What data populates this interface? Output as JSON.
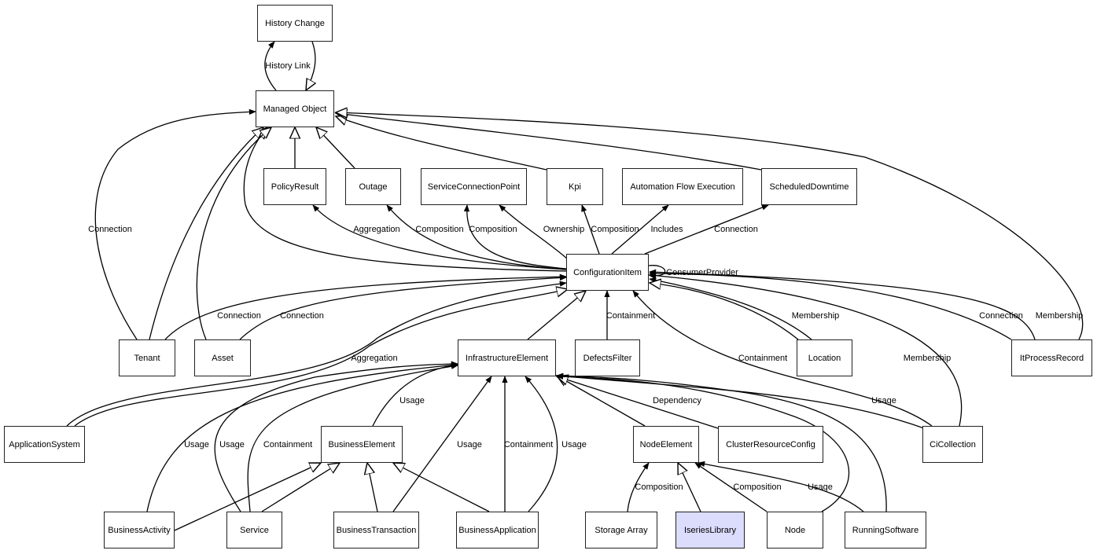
{
  "diagram": {
    "nodes": [
      {
        "id": "history-change",
        "label": "History Change"
      },
      {
        "id": "managed-object",
        "label": "Managed Object"
      },
      {
        "id": "policy-result",
        "label": "PolicyResult"
      },
      {
        "id": "outage",
        "label": "Outage"
      },
      {
        "id": "service-connection-point",
        "label": "ServiceConnectionPoint"
      },
      {
        "id": "kpi",
        "label": "Kpi"
      },
      {
        "id": "automation-flow-execution",
        "label": "Automation Flow Execution"
      },
      {
        "id": "scheduled-downtime",
        "label": "ScheduledDowntime"
      },
      {
        "id": "configuration-item",
        "label": "ConfigurationItem"
      },
      {
        "id": "tenant",
        "label": "Tenant"
      },
      {
        "id": "asset",
        "label": "Asset"
      },
      {
        "id": "infrastructure-element",
        "label": "InfrastructureElement"
      },
      {
        "id": "defects-filter",
        "label": "DefectsFilter"
      },
      {
        "id": "location",
        "label": "Location"
      },
      {
        "id": "it-process-record",
        "label": "ItProcessRecord"
      },
      {
        "id": "application-system",
        "label": "ApplicationSystem"
      },
      {
        "id": "business-element",
        "label": "BusinessElement"
      },
      {
        "id": "node-element",
        "label": "NodeElement"
      },
      {
        "id": "cluster-resource-config",
        "label": "ClusterResourceConfig"
      },
      {
        "id": "ci-collection",
        "label": "CiCollection"
      },
      {
        "id": "business-activity",
        "label": "BusinessActivity"
      },
      {
        "id": "service",
        "label": "Service"
      },
      {
        "id": "business-transaction",
        "label": "BusinessTransaction"
      },
      {
        "id": "business-application",
        "label": "BusinessApplication"
      },
      {
        "id": "storage-array",
        "label": "Storage Array"
      },
      {
        "id": "iseries-library",
        "label": "IseriesLibrary",
        "selected": true
      },
      {
        "id": "node",
        "label": "Node"
      },
      {
        "id": "running-software",
        "label": "RunningSoftware"
      }
    ],
    "edges": [
      {
        "from": "managed-object",
        "to": "history-change",
        "label": "History Link",
        "kind": "association"
      },
      {
        "from": "history-change",
        "to": "managed-object",
        "label": "",
        "kind": "inheritance"
      },
      {
        "from": "policy-result",
        "to": "managed-object",
        "label": "",
        "kind": "inheritance"
      },
      {
        "from": "outage",
        "to": "managed-object",
        "label": "",
        "kind": "inheritance"
      },
      {
        "from": "kpi",
        "to": "managed-object",
        "label": "",
        "kind": "inheritance"
      },
      {
        "from": "scheduled-downtime",
        "to": "managed-object",
        "label": "",
        "kind": "inheritance"
      },
      {
        "from": "it-process-record",
        "to": "managed-object",
        "label": "",
        "kind": "inheritance"
      },
      {
        "from": "configuration-item",
        "to": "managed-object",
        "label": "",
        "kind": "inheritance"
      },
      {
        "from": "tenant",
        "to": "managed-object",
        "label": "Connection",
        "kind": "association"
      },
      {
        "from": "tenant",
        "to": "managed-object",
        "label": "",
        "kind": "inheritance"
      },
      {
        "from": "asset",
        "to": "managed-object",
        "label": "",
        "kind": "inheritance"
      },
      {
        "from": "configuration-item",
        "to": "policy-result",
        "label": "Aggregation",
        "kind": "association"
      },
      {
        "from": "configuration-item",
        "to": "outage",
        "label": "Composition",
        "kind": "association"
      },
      {
        "from": "configuration-item",
        "to": "service-connection-point",
        "label": "Composition",
        "kind": "association"
      },
      {
        "from": "configuration-item",
        "to": "service-connection-point",
        "label": "Ownership",
        "kind": "association"
      },
      {
        "from": "configuration-item",
        "to": "kpi",
        "label": "Composition",
        "kind": "association"
      },
      {
        "from": "configuration-item",
        "to": "automation-flow-execution",
        "label": "Includes",
        "kind": "association"
      },
      {
        "from": "configuration-item",
        "to": "scheduled-downtime",
        "label": "Connection",
        "kind": "association"
      },
      {
        "from": "configuration-item",
        "to": "configuration-item",
        "label": "ConsumerProvider",
        "kind": "association"
      },
      {
        "from": "tenant",
        "to": "configuration-item",
        "label": "Connection",
        "kind": "association"
      },
      {
        "from": "asset",
        "to": "configuration-item",
        "label": "Connection",
        "kind": "association"
      },
      {
        "from": "application-system",
        "to": "configuration-item",
        "label": "Aggregation",
        "kind": "association"
      },
      {
        "from": "application-system",
        "to": "configuration-item",
        "label": "",
        "kind": "inheritance"
      },
      {
        "from": "infrastructure-element",
        "to": "configuration-item",
        "label": "",
        "kind": "inheritance"
      },
      {
        "from": "defects-filter",
        "to": "configuration-item",
        "label": "Containment",
        "kind": "association"
      },
      {
        "from": "location",
        "to": "configuration-item",
        "label": "Membership",
        "kind": "association"
      },
      {
        "from": "location",
        "to": "configuration-item",
        "label": "",
        "kind": "inheritance"
      },
      {
        "from": "ci-collection",
        "to": "configuration-item",
        "label": "Containment",
        "kind": "association"
      },
      {
        "from": "ci-collection",
        "to": "configuration-item",
        "label": "Membership",
        "kind": "association"
      },
      {
        "from": "it-process-record",
        "to": "configuration-item",
        "label": "Connection",
        "kind": "association"
      },
      {
        "from": "it-process-record",
        "to": "configuration-item",
        "label": "Membership",
        "kind": "association"
      },
      {
        "from": "business-element",
        "to": "infrastructure-element",
        "label": "Usage",
        "kind": "association"
      },
      {
        "from": "business-activity",
        "to": "infrastructure-element",
        "label": "Usage",
        "kind": "association"
      },
      {
        "from": "service",
        "to": "infrastructure-element",
        "label": "Usage",
        "kind": "association"
      },
      {
        "from": "service",
        "to": "infrastructure-element",
        "label": "Containment",
        "kind": "association"
      },
      {
        "from": "business-transaction",
        "to": "infrastructure-element",
        "label": "Usage",
        "kind": "association"
      },
      {
        "from": "business-application",
        "to": "infrastructure-element",
        "label": "Containment",
        "kind": "association"
      },
      {
        "from": "business-application",
        "to": "infrastructure-element",
        "label": "Usage",
        "kind": "association"
      },
      {
        "from": "node-element",
        "to": "infrastructure-element",
        "label": "",
        "kind": "inheritance"
      },
      {
        "from": "cluster-resource-config",
        "to": "infrastructure-element",
        "label": "Dependency",
        "kind": "inheritance"
      },
      {
        "from": "ci-collection",
        "to": "infrastructure-element",
        "label": "Usage",
        "kind": "association"
      },
      {
        "from": "node",
        "to": "infrastructure-element",
        "label": "",
        "kind": "association"
      },
      {
        "from": "running-software",
        "to": "infrastructure-element",
        "label": "",
        "kind": "association"
      },
      {
        "from": "business-activity",
        "to": "business-element",
        "label": "",
        "kind": "inheritance"
      },
      {
        "from": "service",
        "to": "business-element",
        "label": "",
        "kind": "inheritance"
      },
      {
        "from": "business-transaction",
        "to": "business-element",
        "label": "",
        "kind": "inheritance"
      },
      {
        "from": "business-application",
        "to": "business-element",
        "label": "",
        "kind": "inheritance"
      },
      {
        "from": "storage-array",
        "to": "node-element",
        "label": "Composition",
        "kind": "association"
      },
      {
        "from": "iseries-library",
        "to": "node-element",
        "label": "",
        "kind": "inheritance"
      },
      {
        "from": "node",
        "to": "node-element",
        "label": "Composition",
        "kind": "association"
      },
      {
        "from": "running-software",
        "to": "node-element",
        "label": "Usage",
        "kind": "association"
      }
    ]
  }
}
